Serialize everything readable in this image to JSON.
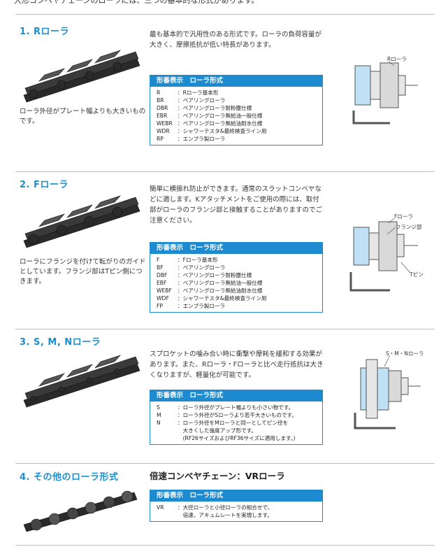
{
  "intro_text": "大形コンベヤチェーンのローラには、三つの基本的な形式があります。",
  "box_heading": "形番表示　ローラ形式",
  "sections": [
    {
      "title": "1. Rローラ",
      "caption": "ローラ外径がプレート幅よりも大きいものです。",
      "description": "最も基本的で汎用性のある形式です。ローラの負荷容量が大きく、摩擦抵抗が低い特長があります。",
      "rows": [
        {
          "code": "R",
          "text": "：Rローラ基本形"
        },
        {
          "code": "BR",
          "text": "：ベアリングローラ"
        },
        {
          "code": "DBR",
          "text": "：ベアリングローラ耐粉塵仕様"
        },
        {
          "code": "EBR",
          "text": "：ベアリングローラ無給油一般仕様"
        },
        {
          "code": "WEBR",
          "text": "：ベアリングローラ無給油耐水仕様"
        },
        {
          "code": "WDR",
          "text": "：シャワーテスタ&最終検査ライン用"
        },
        {
          "code": "RP",
          "text": "：エンプラ製ローラ"
        }
      ],
      "diagram_labels": [
        "Rローラ"
      ]
    },
    {
      "title": "2. Fローラ",
      "caption": "ローラにフランジを付けて転がりのガイドとしています。フランジ部はTピン側につきます。",
      "description": "簡単に横振れ防止ができます。通常のスラットコンベヤなどに適します。Kアタッチメントをご使用の際には、取付部がローラのフランジ部と接触することがありますのでご注意ください。",
      "rows": [
        {
          "code": "F",
          "text": "：Fローラ基本形"
        },
        {
          "code": "BF",
          "text": "：ベアリングローラ"
        },
        {
          "code": "DBF",
          "text": "：ベアリングローラ耐粉塵仕様"
        },
        {
          "code": "EBF",
          "text": "：ベアリングローラ無給油一般仕様"
        },
        {
          "code": "WEBF",
          "text": "：ベアリングローラ無給油耐水仕様"
        },
        {
          "code": "WDF",
          "text": "：シャワーテスタ&最終検査ライン用"
        },
        {
          "code": "FP",
          "text": "：エンプラ製ローラ"
        }
      ],
      "diagram_labels": [
        "Fローラ",
        "フランジ部",
        "Tピン"
      ]
    },
    {
      "title": "3. S, M, Nローラ",
      "description": "スプロケットの噛み合い時に衝撃や摩耗を緩和する効果があります。また、Rローラ・Fローラと比べ走行抵抗は大きくなりますが、軽量化が可能です。",
      "rows": [
        {
          "code": "S",
          "text": "：ローラ外径がプレート幅よりも小さい物です。"
        },
        {
          "code": "M",
          "text": "：ローラ外径がSローラより若干大きいものです。"
        },
        {
          "code": "N",
          "text": "：ローラ外径をMローラと同一としてピン径を"
        },
        {
          "code": "",
          "text": "　大きくした強度アップ形です。"
        },
        {
          "code": "",
          "text": "　(RF26サイズおよびRF36サイズに適用します。)"
        }
      ],
      "diagram_labels": [
        "S・M・Nローラ"
      ]
    },
    {
      "title": "4. その他のローラ形式",
      "subheading": "倍速コンベヤチェーン：VRローラ",
      "rows": [
        {
          "code": "VR",
          "text": "：大径ローラと小径ローラの組合せで、"
        },
        {
          "code": "",
          "text": "　倍速、アキュムレートを実現します。"
        }
      ]
    }
  ],
  "colors": {
    "accent": "#1e8ad0",
    "title": "#1a8fcf",
    "highlight": "#bfe0f5"
  }
}
